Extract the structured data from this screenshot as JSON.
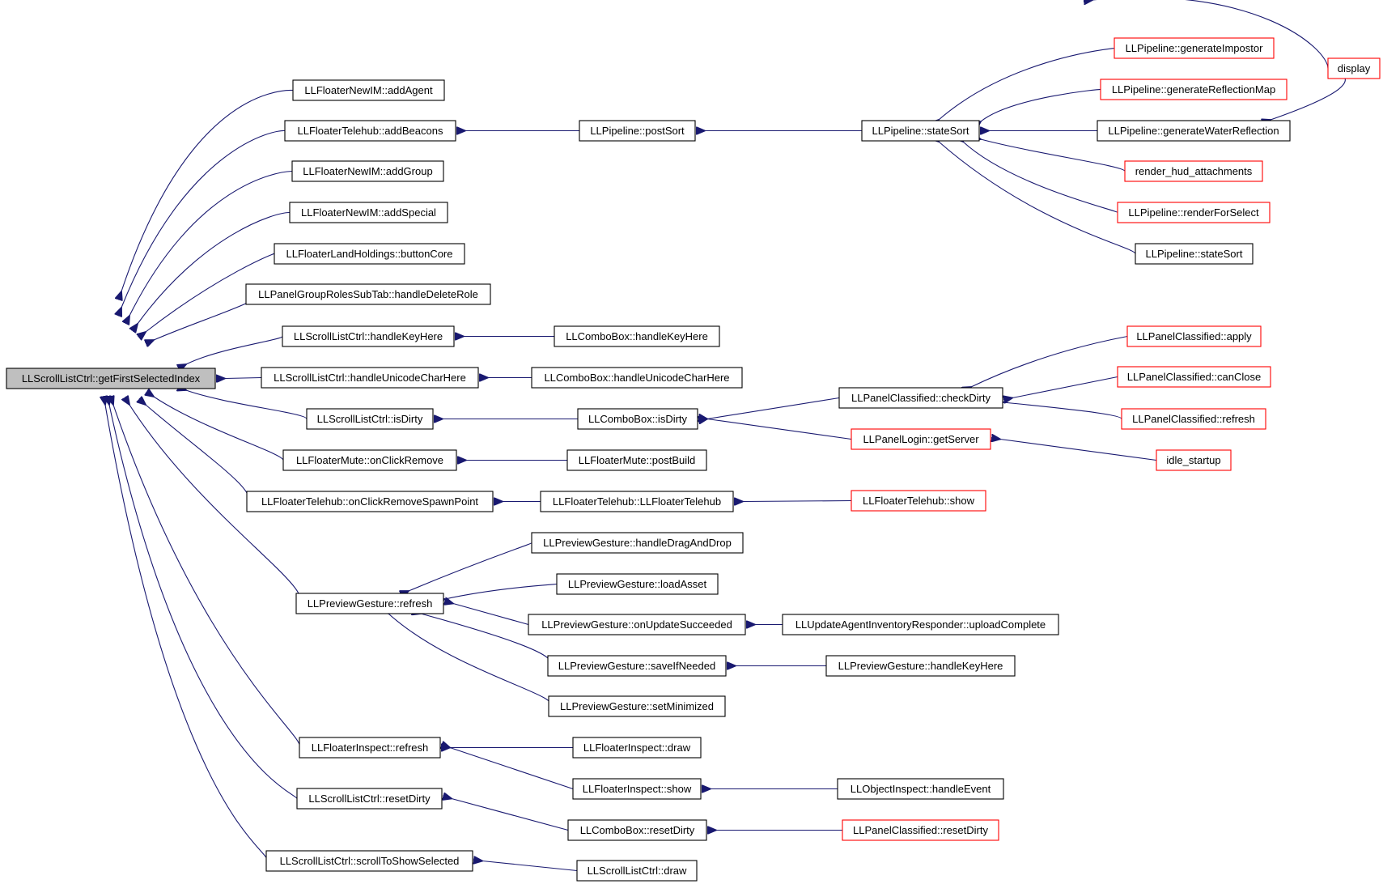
{
  "colors": {
    "edge": "#191970",
    "node_border": "#000000",
    "incomplete_node_border": "#ff0000",
    "root_fill": "#bfbfbf"
  },
  "nodes": [
    {
      "id": "root",
      "label": "LLScrollListCtrl::getFirstSelectedIndex",
      "style": "root"
    },
    {
      "id": "n1",
      "label": "LLFloaterNewIM::addAgent",
      "style": "normal"
    },
    {
      "id": "n2",
      "label": "LLFloaterTelehub::addBeacons",
      "style": "normal"
    },
    {
      "id": "n3",
      "label": "LLFloaterNewIM::addGroup",
      "style": "normal"
    },
    {
      "id": "n4",
      "label": "LLFloaterNewIM::addSpecial",
      "style": "normal"
    },
    {
      "id": "n5",
      "label": "LLFloaterLandHoldings::buttonCore",
      "style": "normal"
    },
    {
      "id": "n6",
      "label": "LLPanelGroupRolesSubTab::handleDeleteRole",
      "style": "normal"
    },
    {
      "id": "n7",
      "label": "LLScrollListCtrl::handleKeyHere",
      "style": "normal"
    },
    {
      "id": "n8",
      "label": "LLScrollListCtrl::handleUnicodeCharHere",
      "style": "normal"
    },
    {
      "id": "n9",
      "label": "LLScrollListCtrl::isDirty",
      "style": "normal"
    },
    {
      "id": "n10",
      "label": "LLFloaterMute::onClickRemove",
      "style": "normal"
    },
    {
      "id": "n11",
      "label": "LLFloaterTelehub::onClickRemoveSpawnPoint",
      "style": "normal"
    },
    {
      "id": "n12",
      "label": "LLPreviewGesture::refresh",
      "style": "normal"
    },
    {
      "id": "n13",
      "label": "LLFloaterInspect::refresh",
      "style": "normal"
    },
    {
      "id": "n14",
      "label": "LLScrollListCtrl::resetDirty",
      "style": "normal"
    },
    {
      "id": "n15",
      "label": "LLScrollListCtrl::scrollToShowSelected",
      "style": "normal"
    },
    {
      "id": "c1",
      "label": "LLPipeline::postSort",
      "style": "normal"
    },
    {
      "id": "c2",
      "label": "LLComboBox::handleKeyHere",
      "style": "normal"
    },
    {
      "id": "c3",
      "label": "LLComboBox::handleUnicodeCharHere",
      "style": "normal"
    },
    {
      "id": "c4",
      "label": "LLComboBox::isDirty",
      "style": "normal"
    },
    {
      "id": "c5",
      "label": "LLFloaterMute::postBuild",
      "style": "normal"
    },
    {
      "id": "c6",
      "label": "LLFloaterTelehub::LLFloaterTelehub",
      "style": "normal"
    },
    {
      "id": "c7",
      "label": "LLPreviewGesture::handleDragAndDrop",
      "style": "normal"
    },
    {
      "id": "c8",
      "label": "LLPreviewGesture::loadAsset",
      "style": "normal"
    },
    {
      "id": "c9",
      "label": "LLPreviewGesture::onUpdateSucceeded",
      "style": "normal"
    },
    {
      "id": "c10",
      "label": "LLPreviewGesture::saveIfNeeded",
      "style": "normal"
    },
    {
      "id": "c11",
      "label": "LLPreviewGesture::setMinimized",
      "style": "normal"
    },
    {
      "id": "c12",
      "label": "LLFloaterInspect::draw",
      "style": "normal"
    },
    {
      "id": "c13",
      "label": "LLFloaterInspect::show",
      "style": "normal"
    },
    {
      "id": "c14",
      "label": "LLComboBox::resetDirty",
      "style": "normal"
    },
    {
      "id": "c15",
      "label": "LLScrollListCtrl::draw",
      "style": "normal"
    },
    {
      "id": "d1",
      "label": "LLPipeline::stateSort",
      "style": "normal"
    },
    {
      "id": "d2",
      "label": "LLPanelClassified::checkDirty",
      "style": "normal"
    },
    {
      "id": "d3",
      "label": "LLPanelLogin::getServer",
      "style": "incomplete"
    },
    {
      "id": "d4",
      "label": "LLFloaterTelehub::show",
      "style": "incomplete"
    },
    {
      "id": "d5",
      "label": "LLUpdateAgentInventoryResponder::uploadComplete",
      "style": "normal"
    },
    {
      "id": "d6",
      "label": "LLPreviewGesture::handleKeyHere",
      "style": "normal"
    },
    {
      "id": "d7",
      "label": "LLObjectInspect::handleEvent",
      "style": "normal"
    },
    {
      "id": "d8",
      "label": "LLPanelClassified::resetDirty",
      "style": "incomplete"
    },
    {
      "id": "e1",
      "label": "LLPipeline::generateImpostor",
      "style": "incomplete"
    },
    {
      "id": "e2",
      "label": "LLPipeline::generateReflectionMap",
      "style": "incomplete"
    },
    {
      "id": "e3",
      "label": "LLPipeline::generateWaterReflection",
      "style": "normal"
    },
    {
      "id": "e4",
      "label": "render_hud_attachments",
      "style": "incomplete"
    },
    {
      "id": "e5",
      "label": "LLPipeline::renderForSelect",
      "style": "incomplete"
    },
    {
      "id": "e6",
      "label": "LLPipeline::stateSort",
      "style": "normal"
    },
    {
      "id": "e7",
      "label": "LLPanelClassified::apply",
      "style": "incomplete"
    },
    {
      "id": "e8",
      "label": "LLPanelClassified::canClose",
      "style": "incomplete"
    },
    {
      "id": "e9",
      "label": "LLPanelClassified::refresh",
      "style": "incomplete"
    },
    {
      "id": "e10",
      "label": "idle_startup",
      "style": "incomplete"
    },
    {
      "id": "f1",
      "label": "display",
      "style": "incomplete"
    }
  ],
  "edges": [
    {
      "from": "n1",
      "to": "root"
    },
    {
      "from": "n2",
      "to": "root"
    },
    {
      "from": "n3",
      "to": "root"
    },
    {
      "from": "n4",
      "to": "root"
    },
    {
      "from": "n5",
      "to": "root"
    },
    {
      "from": "n6",
      "to": "root"
    },
    {
      "from": "n7",
      "to": "root"
    },
    {
      "from": "n8",
      "to": "root"
    },
    {
      "from": "n9",
      "to": "root"
    },
    {
      "from": "n10",
      "to": "root"
    },
    {
      "from": "n11",
      "to": "root"
    },
    {
      "from": "n12",
      "to": "root"
    },
    {
      "from": "n13",
      "to": "root"
    },
    {
      "from": "n14",
      "to": "root"
    },
    {
      "from": "n15",
      "to": "root"
    },
    {
      "from": "c1",
      "to": "n2"
    },
    {
      "from": "c2",
      "to": "n7"
    },
    {
      "from": "c3",
      "to": "n8"
    },
    {
      "from": "c4",
      "to": "n9"
    },
    {
      "from": "c5",
      "to": "n10"
    },
    {
      "from": "c6",
      "to": "n11"
    },
    {
      "from": "c7",
      "to": "n12"
    },
    {
      "from": "c8",
      "to": "n12"
    },
    {
      "from": "c9",
      "to": "n12"
    },
    {
      "from": "c10",
      "to": "n12"
    },
    {
      "from": "c11",
      "to": "n12"
    },
    {
      "from": "c12",
      "to": "n13"
    },
    {
      "from": "c13",
      "to": "n13"
    },
    {
      "from": "c14",
      "to": "n14"
    },
    {
      "from": "c15",
      "to": "n15"
    },
    {
      "from": "d1",
      "to": "c1"
    },
    {
      "from": "d2",
      "to": "c4"
    },
    {
      "from": "d3",
      "to": "c4"
    },
    {
      "from": "d4",
      "to": "c6"
    },
    {
      "from": "d5",
      "to": "c9"
    },
    {
      "from": "d6",
      "to": "c10"
    },
    {
      "from": "d7",
      "to": "c13"
    },
    {
      "from": "d8",
      "to": "c14"
    },
    {
      "from": "e1",
      "to": "d1"
    },
    {
      "from": "e2",
      "to": "d1"
    },
    {
      "from": "e3",
      "to": "d1"
    },
    {
      "from": "e4",
      "to": "d1"
    },
    {
      "from": "e5",
      "to": "d1"
    },
    {
      "from": "e6",
      "to": "d1"
    },
    {
      "from": "f1",
      "to": "d1"
    },
    {
      "from": "e7",
      "to": "d2"
    },
    {
      "from": "e8",
      "to": "d2"
    },
    {
      "from": "e9",
      "to": "d2"
    },
    {
      "from": "e10",
      "to": "d3"
    },
    {
      "from": "f1",
      "to": "e3"
    }
  ]
}
